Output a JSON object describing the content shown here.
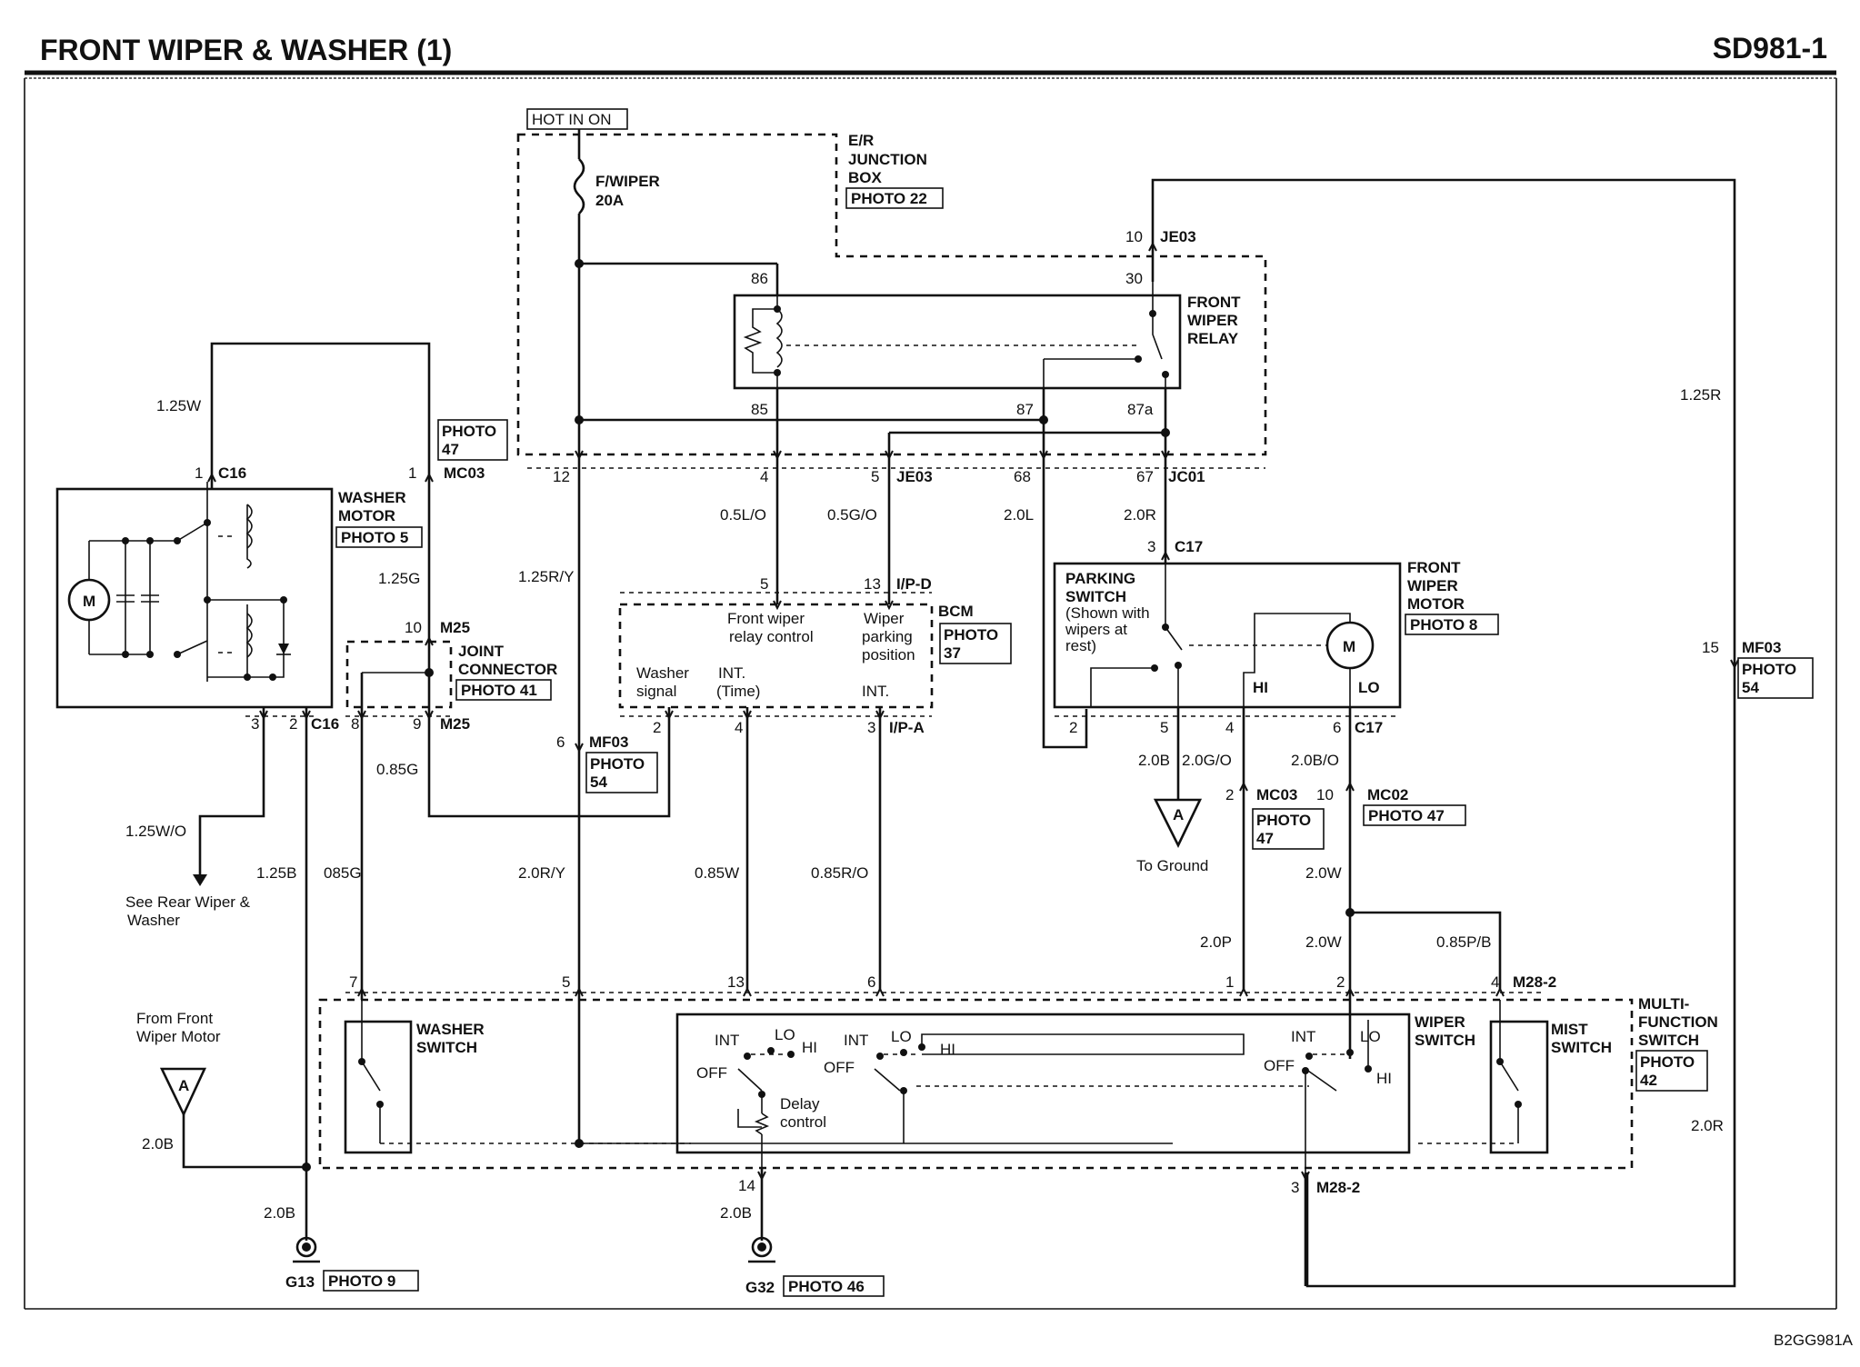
{
  "header": {
    "title": "FRONT WIPER & WASHER (1)",
    "code": "SD981-1",
    "image_code": "B2GG981A"
  },
  "power": {
    "hot_label": "HOT IN ON",
    "fuse_name": "F/WIPER",
    "fuse_rating": "20A",
    "junction_box": [
      "E/R",
      "JUNCTION",
      "BOX"
    ],
    "junction_photo": "PHOTO 22"
  },
  "relay": {
    "label": [
      "FRONT",
      "WIPER",
      "RELAY"
    ],
    "pins": [
      "86",
      "30",
      "85",
      "87",
      "87a"
    ]
  },
  "washer_motor": {
    "label": [
      "WASHER",
      "MOTOR"
    ],
    "photo": "PHOTO 5"
  },
  "joint_connector": {
    "label": [
      "JOINT",
      "CONNECTOR"
    ],
    "photo": "PHOTO 41"
  },
  "bcm": {
    "label": "BCM",
    "photo": [
      "PHOTO",
      "37"
    ],
    "front_wiper_relay_control": [
      "Front wiper",
      "relay control"
    ],
    "wiper_parking_position": [
      "Wiper",
      "parking",
      "position"
    ],
    "washer_signal": [
      "Washer",
      "signal"
    ],
    "int_time": [
      "INT.",
      "(Time)"
    ],
    "int": "INT."
  },
  "wiper_motor": {
    "label": [
      "FRONT",
      "WIPER",
      "MOTOR"
    ],
    "photo": "PHOTO 8",
    "parking_switch": [
      "PARKING",
      "SWITCH"
    ],
    "parking_note": [
      "(Shown with",
      "wipers at",
      "rest)"
    ],
    "motor_symbol": "M",
    "hi": "HI",
    "lo": "LO"
  },
  "ground_ref": {
    "symbol": "A",
    "to_ground": "To Ground",
    "from_motor": [
      "From Front",
      "Wiper Motor"
    ]
  },
  "rear_ref": [
    "See Rear Wiper &",
    "Washer"
  ],
  "multifunction": {
    "label": [
      "MULTI-",
      "FUNCTION",
      "SWITCH"
    ],
    "photo": [
      "PHOTO",
      "42"
    ],
    "washer_switch": [
      "WASHER",
      "SWITCH"
    ],
    "wiper_switch": [
      "WIPER",
      "SWITCH"
    ],
    "mist_switch": [
      "MIST",
      "SWITCH"
    ],
    "positions": {
      "int": "INT",
      "lo": "LO",
      "hi": "HI",
      "off": "OFF"
    },
    "delay_control": [
      "Delay",
      "control"
    ]
  },
  "connectors": {
    "c16": "C16",
    "mc03": "MC03",
    "m25": "M25",
    "mf03": "MF03",
    "je03": "JE03",
    "jc01": "JC01",
    "c17": "C17",
    "ip_d": "I/P-D",
    "ip_a": "I/P-A",
    "mc02": "MC02",
    "m28_2": "M28-2"
  },
  "pin_numbers": [
    "1",
    "2",
    "3",
    "4",
    "5",
    "6",
    "7",
    "8",
    "9",
    "10",
    "12",
    "13",
    "14",
    "15",
    "30",
    "67",
    "68"
  ],
  "wires": {
    "w125W": "1.25W",
    "w125G": "1.25G",
    "w125RY": "1.25R/Y",
    "w05LO": "0.5L/O",
    "w05GO": "0.5G/O",
    "w20L": "2.0L",
    "w20R": "2.0R",
    "w125R": "1.25R",
    "w085G": "0.85G",
    "w125WO": "1.25W/O",
    "w125B": "1.25B",
    "w085G_b": "085G",
    "w20RY": "2.0R/Y",
    "w085W": "0.85W",
    "w085RO": "0.85R/O",
    "w20B": "2.0B",
    "w20GO": "2.0G/O",
    "w20BO": "2.0B/O",
    "w20W": "2.0W",
    "w20P": "2.0P",
    "w085PB": "0.85P/B"
  },
  "grounds": {
    "g13": "G13",
    "g13_photo": "PHOTO 9",
    "g32": "G32",
    "g32_photo": "PHOTO 46"
  },
  "photos": {
    "p47": [
      "PHOTO",
      "47"
    ],
    "p54": [
      "PHOTO",
      "54"
    ],
    "p47b": "PHOTO 47"
  }
}
